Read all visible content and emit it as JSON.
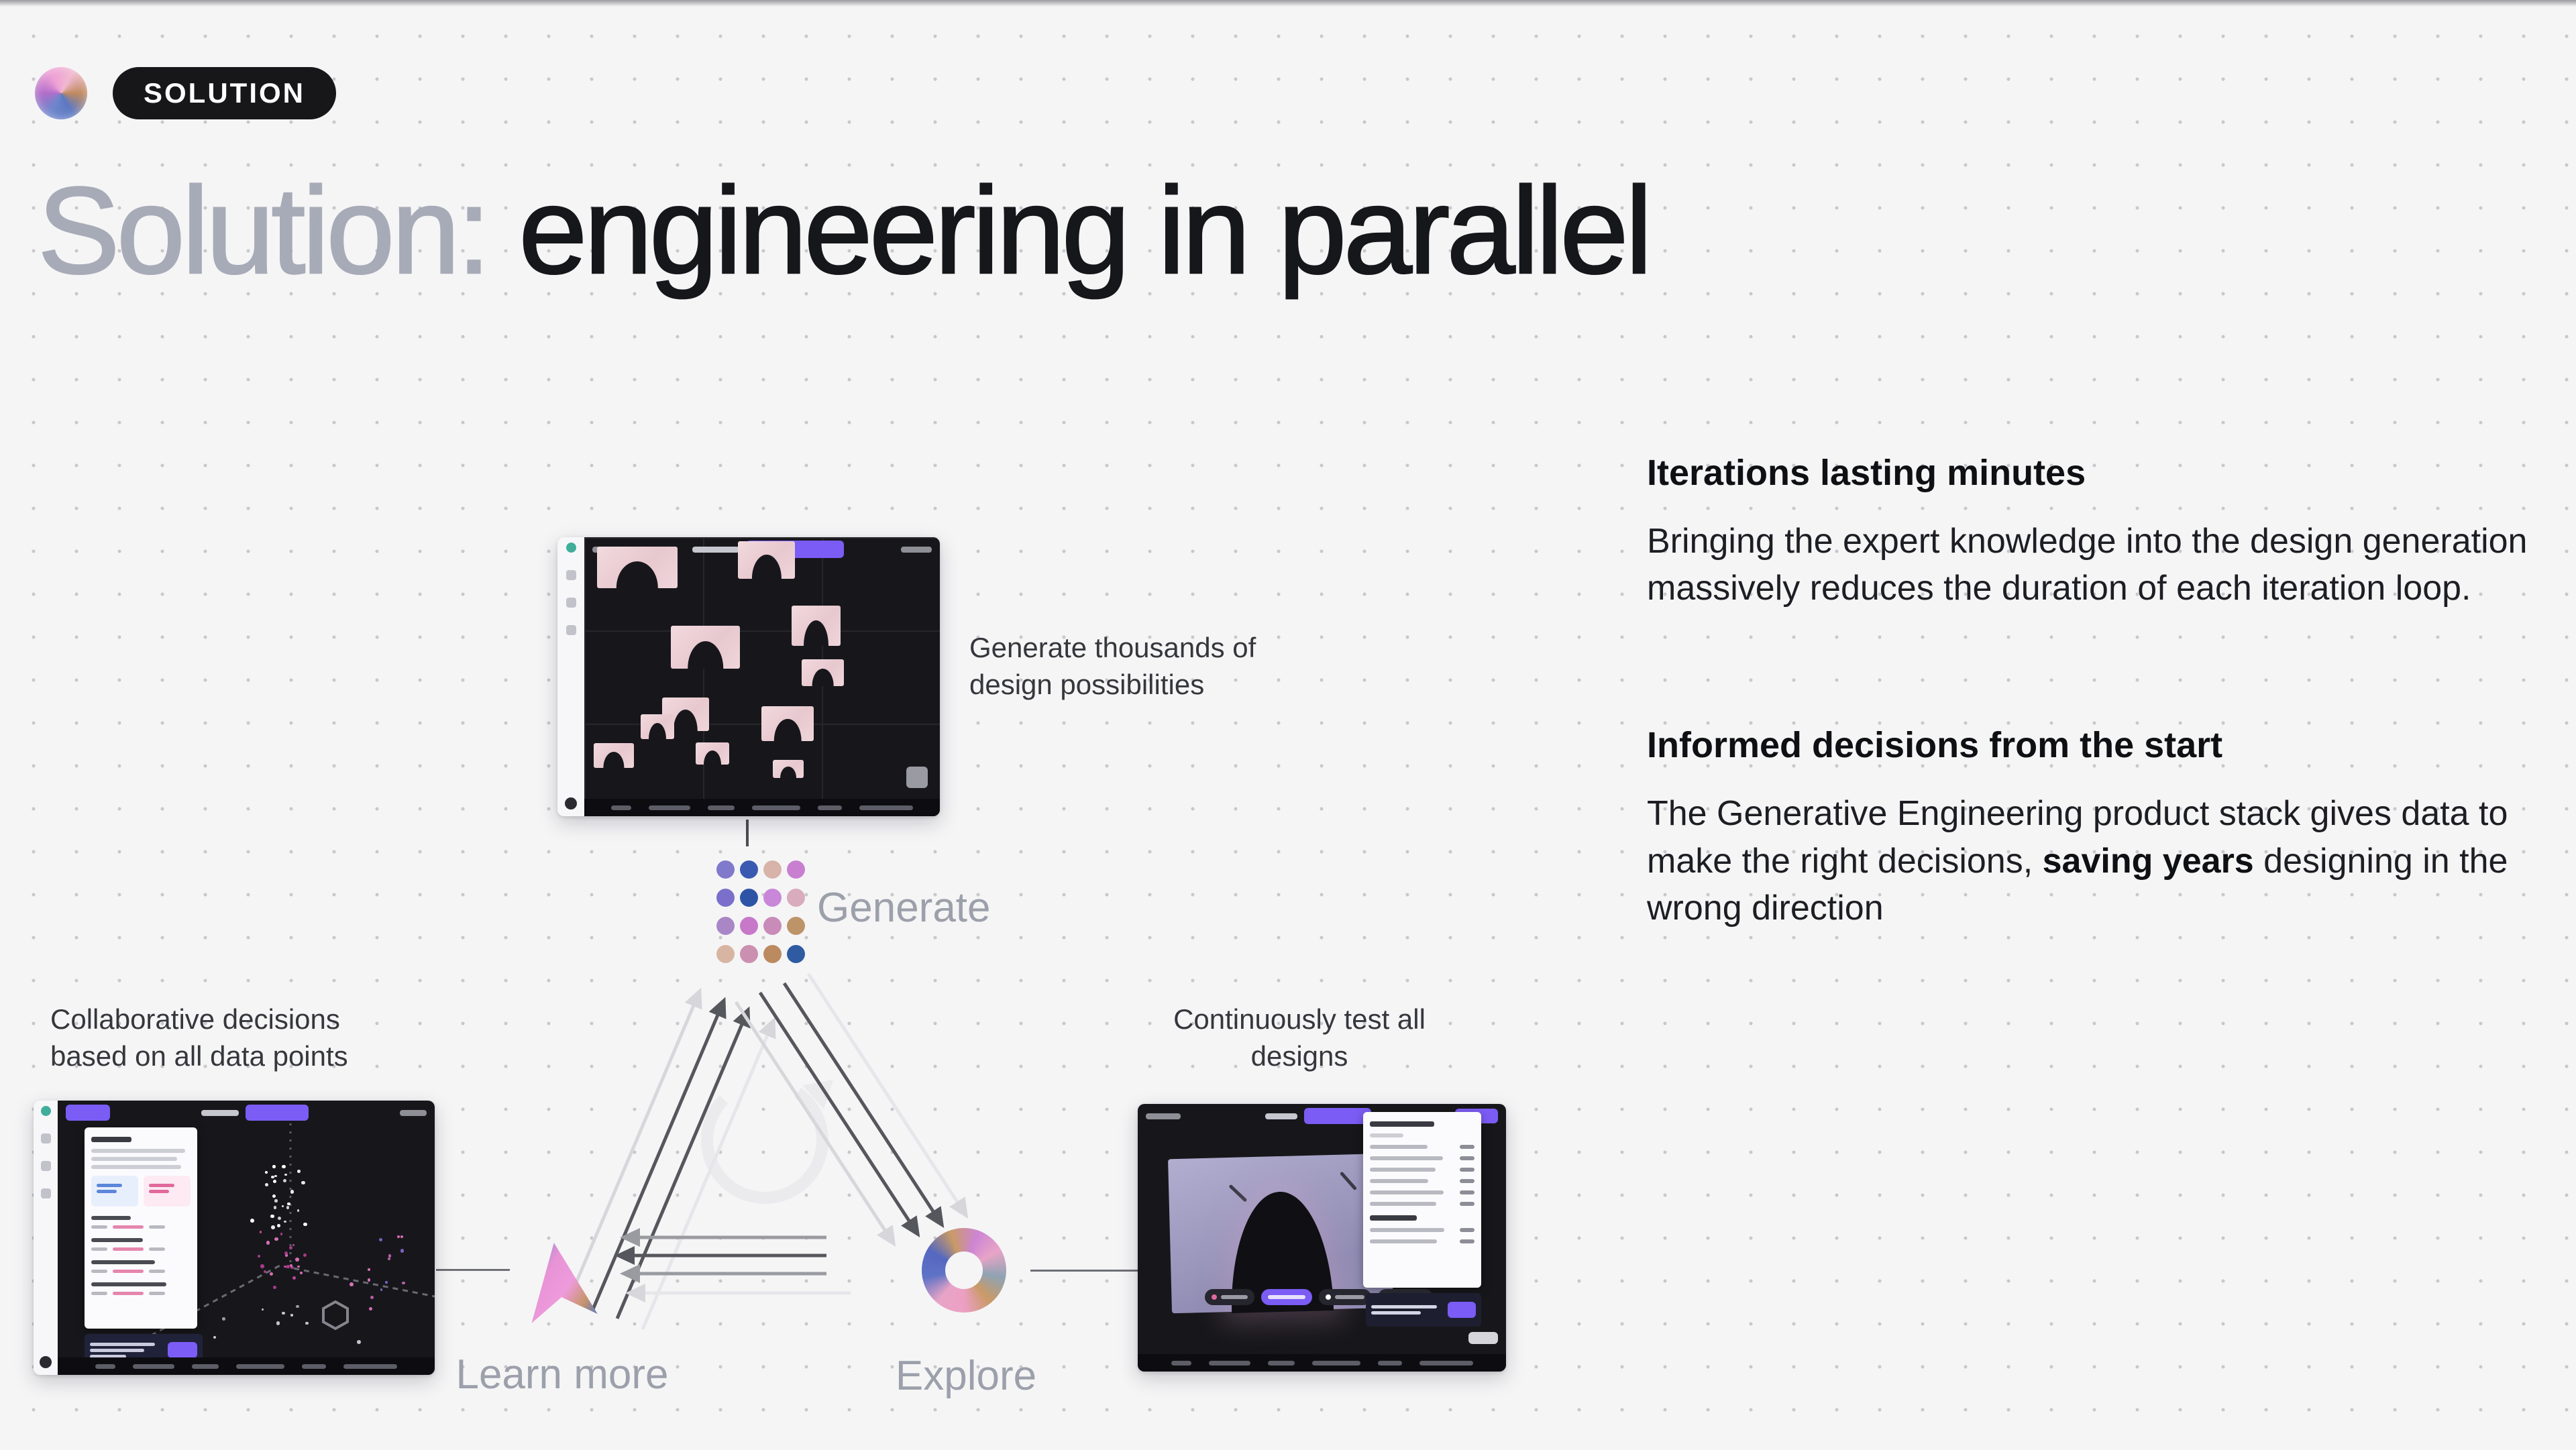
{
  "slide": {
    "background": "#f5f5f6",
    "accent": "#7b5cf5"
  },
  "header": {
    "badge_label": "SOLUTION",
    "title_muted": "Solution:",
    "title_main": "engineering in parallel",
    "logo_colors": [
      "#6e86cc",
      "#b06ec9",
      "#ee9fd6",
      "#f0b9d0",
      "#c08b5f",
      "#5d78c2",
      "#6e86cc"
    ]
  },
  "right_column": {
    "sections": [
      {
        "heading": "Iterations lasting minutes",
        "body": "Bringing the expert knowledge into the design generation massively reduces the duration of each iteration loop."
      },
      {
        "heading": "Informed decisions from the start",
        "body_parts": [
          "The Generative Engineering product stack gives data to make the right decisions, ",
          "saving years",
          " designing in the wrong direction"
        ]
      }
    ]
  },
  "diagram": {
    "generate_label": "Generate",
    "learn_label": "Learn more",
    "explore_label": "Explore",
    "caption_generate": "Generate thousands of design possibilities",
    "caption_learn": "Collaborative decisions based on all data points",
    "caption_explore": "Continuously test all designs",
    "generate_icon_colors": [
      "#8079cc",
      "#3a5ab2",
      "#d7b3a9",
      "#c97fd0",
      "#7a70cb",
      "#2e55a5",
      "#c987d9",
      "#d8abbd",
      "#a986c6",
      "#c778c9",
      "#c98bb8",
      "#bd9468",
      "#d8b5a2",
      "#cb90af",
      "#bb8a5f",
      "#2e5ba2"
    ],
    "explore_icon_colors": [
      "#5568c0",
      "#c99a66",
      "#cd85d4",
      "#e8a4c6",
      "#8fa3b4",
      "#c99a66",
      "#ec9fc4",
      "#e8a4c6",
      "#5e72c6",
      "#5568c0"
    ],
    "learn_icon_colors": [
      "#6b84c8",
      "#e793d6",
      "#ee9bdc",
      "#c7956b",
      "#5b79bf"
    ]
  }
}
